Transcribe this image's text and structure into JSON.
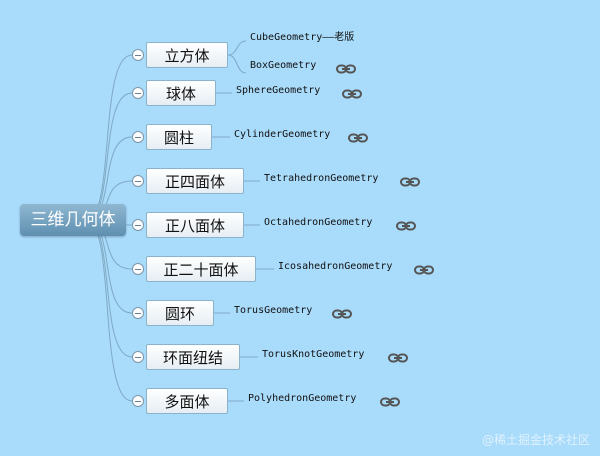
{
  "root": {
    "label": "三维几何体"
  },
  "branches": [
    {
      "label": "立方体",
      "leaves": [
        {
          "text": "CubeGeometry——老版",
          "link": false
        },
        {
          "text": "BoxGeometry",
          "link": true
        }
      ]
    },
    {
      "label": "球体",
      "leaves": [
        {
          "text": "SphereGeometry",
          "link": true
        }
      ]
    },
    {
      "label": "圆柱",
      "leaves": [
        {
          "text": "CylinderGeometry",
          "link": true
        }
      ]
    },
    {
      "label": "正四面体",
      "leaves": [
        {
          "text": "TetrahedronGeometry",
          "link": true
        }
      ]
    },
    {
      "label": "正八面体",
      "leaves": [
        {
          "text": "OctahedronGeometry",
          "link": true
        }
      ]
    },
    {
      "label": "正二十面体",
      "leaves": [
        {
          "text": "IcosahedronGeometry",
          "link": true
        }
      ]
    },
    {
      "label": "圆环",
      "leaves": [
        {
          "text": "TorusGeometry",
          "link": true
        }
      ]
    },
    {
      "label": "环面纽结",
      "leaves": [
        {
          "text": "TorusKnotGeometry",
          "link": true
        }
      ]
    },
    {
      "label": "多面体",
      "leaves": [
        {
          "text": "PolyhedronGeometry",
          "link": true
        }
      ]
    }
  ],
  "watermark": "@稀土掘金技术社区",
  "colors": {
    "background": "#a9dbfb",
    "connector": "#7fa9c4",
    "root": "#6f9bbb"
  }
}
